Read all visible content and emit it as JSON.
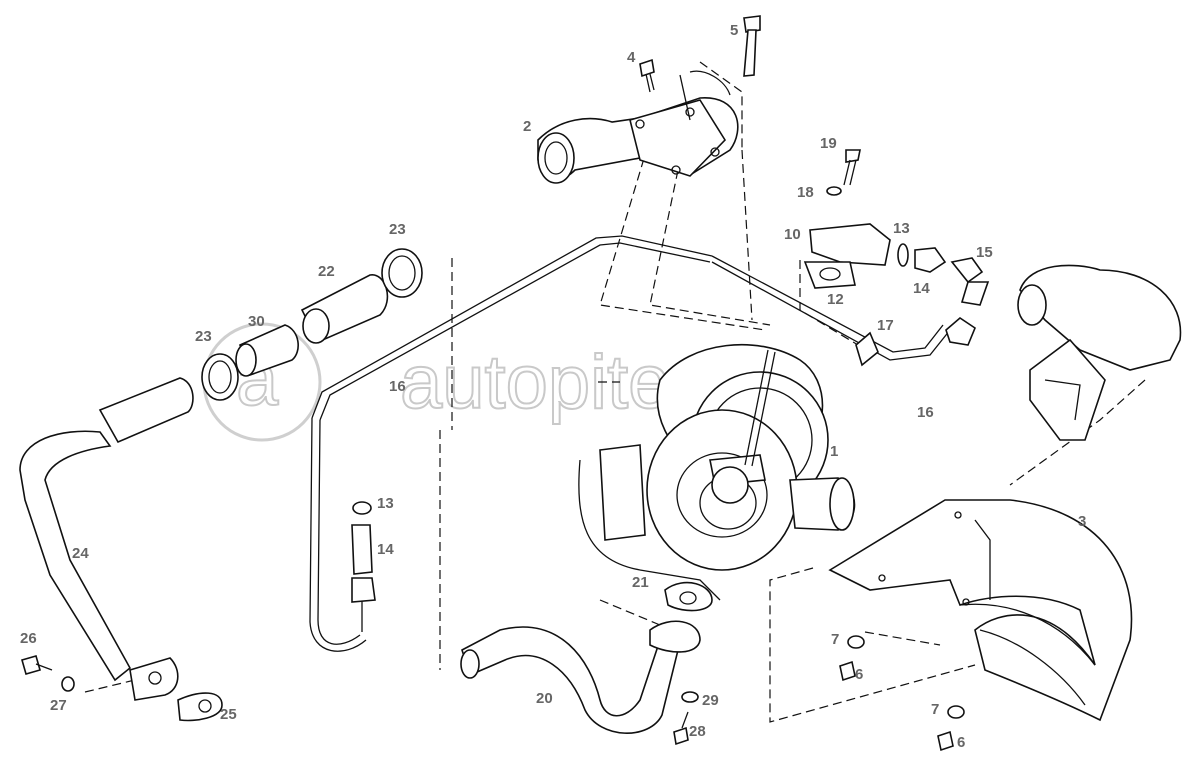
{
  "watermark": {
    "text": "autopiter.ru"
  },
  "callouts": [
    {
      "id": "c1",
      "text": "1"
    },
    {
      "id": "c2",
      "text": "2"
    },
    {
      "id": "c3",
      "text": "3"
    },
    {
      "id": "c4",
      "text": "4"
    },
    {
      "id": "c5",
      "text": "5"
    },
    {
      "id": "c6a",
      "text": "6"
    },
    {
      "id": "c6b",
      "text": "6"
    },
    {
      "id": "c7a",
      "text": "7"
    },
    {
      "id": "c7b",
      "text": "7"
    },
    {
      "id": "c10",
      "text": "10"
    },
    {
      "id": "c12",
      "text": "12"
    },
    {
      "id": "c13a",
      "text": "13"
    },
    {
      "id": "c13b",
      "text": "13"
    },
    {
      "id": "c14a",
      "text": "14"
    },
    {
      "id": "c14b",
      "text": "14"
    },
    {
      "id": "c15",
      "text": "15"
    },
    {
      "id": "c16a",
      "text": "16"
    },
    {
      "id": "c16b",
      "text": "16"
    },
    {
      "id": "c17",
      "text": "17"
    },
    {
      "id": "c18",
      "text": "18"
    },
    {
      "id": "c19",
      "text": "19"
    },
    {
      "id": "c20",
      "text": "20"
    },
    {
      "id": "c21",
      "text": "21"
    },
    {
      "id": "c22",
      "text": "22"
    },
    {
      "id": "c23a",
      "text": "23"
    },
    {
      "id": "c23b",
      "text": "23"
    },
    {
      "id": "c24",
      "text": "24"
    },
    {
      "id": "c25",
      "text": "25"
    },
    {
      "id": "c26",
      "text": "26"
    },
    {
      "id": "c27",
      "text": "27"
    },
    {
      "id": "c28",
      "text": "28"
    },
    {
      "id": "c29",
      "text": "29"
    },
    {
      "id": "c30",
      "text": "30"
    }
  ]
}
